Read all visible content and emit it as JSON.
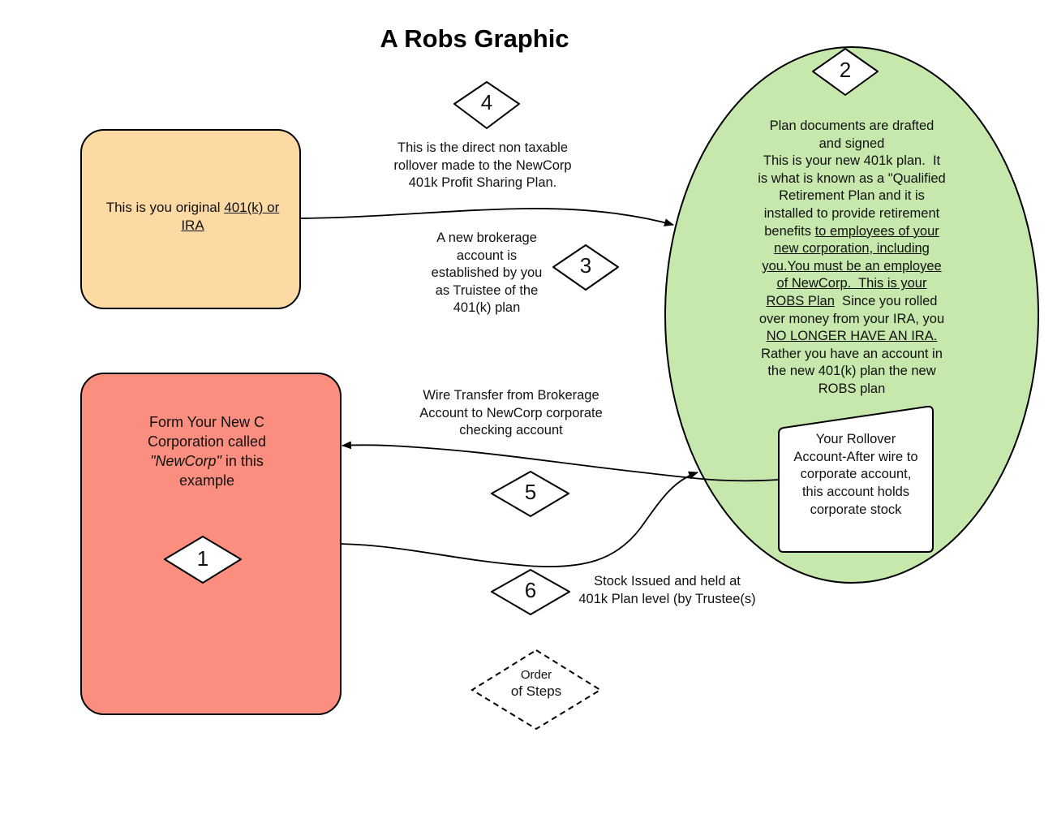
{
  "title": "A Robs Graphic",
  "colors": {
    "original_account_fill": "#FDD9A3",
    "corporation_fill": "#FB8E7F",
    "plan_ellipse_fill": "#C6E8AD",
    "rollover_card_fill": "#FFFFFF",
    "stroke": "#000000"
  },
  "nodes": {
    "original_account": {
      "text_before": "This is you original ",
      "text_underlined": "401(k) or IRA"
    },
    "corporation": {
      "line1": "Form Your New C",
      "line2": "Corporation called",
      "name_quoted": "\"NewCorp\"",
      "line3_rest": " in this",
      "line4": "example",
      "step": "1"
    },
    "plan": {
      "step": "2",
      "lines": [
        {
          "parts": [
            {
              "t": "Plan documents are drafted",
              "u": false
            }
          ]
        },
        {
          "parts": [
            {
              "t": "and signed",
              "u": false
            }
          ]
        },
        {
          "parts": [
            {
              "t": "This is your new 401k plan.  It",
              "u": false
            }
          ]
        },
        {
          "parts": [
            {
              "t": "is what is known as a \"Qualified",
              "u": false
            }
          ]
        },
        {
          "parts": [
            {
              "t": "Retirement Plan and it is",
              "u": false
            }
          ]
        },
        {
          "parts": [
            {
              "t": "installed to provide retirement",
              "u": false
            }
          ]
        },
        {
          "parts": [
            {
              "t": "benefits ",
              "u": false
            },
            {
              "t": "to employees of your",
              "u": true
            }
          ]
        },
        {
          "parts": [
            {
              "t": "new corporation, including",
              "u": true
            }
          ]
        },
        {
          "parts": [
            {
              "t": "you.You must be an employee",
              "u": true
            }
          ]
        },
        {
          "parts": [
            {
              "t": "of NewCorp.  This is your",
              "u": true
            }
          ]
        },
        {
          "parts": [
            {
              "t": "ROBS Plan",
              "u": true
            },
            {
              "t": "  Since you rolled",
              "u": false
            }
          ]
        },
        {
          "parts": [
            {
              "t": "over money from your IRA, you",
              "u": false
            }
          ]
        },
        {
          "parts": [
            {
              "t": "NO LONGER HAVE AN IRA.",
              "u": true
            }
          ]
        },
        {
          "parts": [
            {
              "t": "Rather you have an account in",
              "u": false
            }
          ]
        },
        {
          "parts": [
            {
              "t": "the new 401(k) plan the new",
              "u": false
            }
          ]
        },
        {
          "parts": [
            {
              "t": "ROBS plan",
              "u": false
            }
          ]
        }
      ]
    },
    "rollover_account": {
      "lines": [
        "Your Rollover",
        "Account-After wire to",
        "corporate account,",
        "this account holds",
        "corporate stock"
      ]
    }
  },
  "steps": {
    "step3": {
      "number": "3",
      "lines": [
        "A new brokerage",
        "account is",
        "established by you",
        "as Truistee of the",
        "401(k) plan"
      ]
    },
    "step4": {
      "number": "4",
      "lines": [
        "This is the direct non taxable",
        "rollover made to the NewCorp",
        "401k Profit Sharing Plan."
      ]
    },
    "step5": {
      "number": "5",
      "lines": [
        "Wire Transfer from Brokerage",
        "Account to NewCorp corporate",
        "checking account"
      ]
    },
    "step6": {
      "number": "6",
      "lines": [
        "Stock Issued and held at",
        "401k Plan level (by Trustee(s)"
      ]
    }
  },
  "legend": {
    "line1": "Order",
    "line2": "of  Steps"
  }
}
